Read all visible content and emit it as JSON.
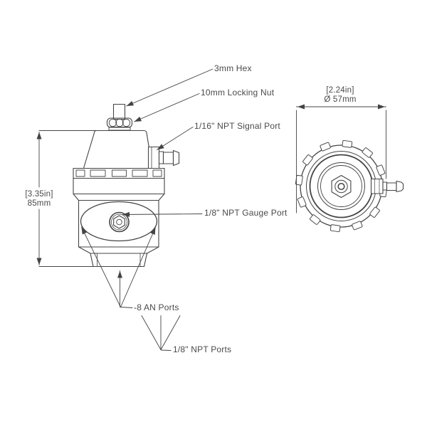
{
  "colors": {
    "background": "#ffffff",
    "line": "#444444",
    "text": "#4a4a4a"
  },
  "diagram": {
    "type": "technical-drawing",
    "subject": "fuel pressure regulator",
    "views": [
      "side view",
      "top view"
    ]
  },
  "labels": {
    "hex": "3mm Hex",
    "locking_nut": "10mm Locking Nut",
    "signal_port": "1/16\" NPT Signal Port",
    "gauge_port": "1/8\" NPT Gauge Port",
    "an_ports": "-8 AN Ports",
    "npt_ports": "1/8\" NPT Ports"
  },
  "dimensions": {
    "height": {
      "imperial": "[3.35in]",
      "metric": "85mm"
    },
    "diameter": {
      "imperial": "[2.24in]",
      "metric": "Ø 57mm"
    }
  }
}
